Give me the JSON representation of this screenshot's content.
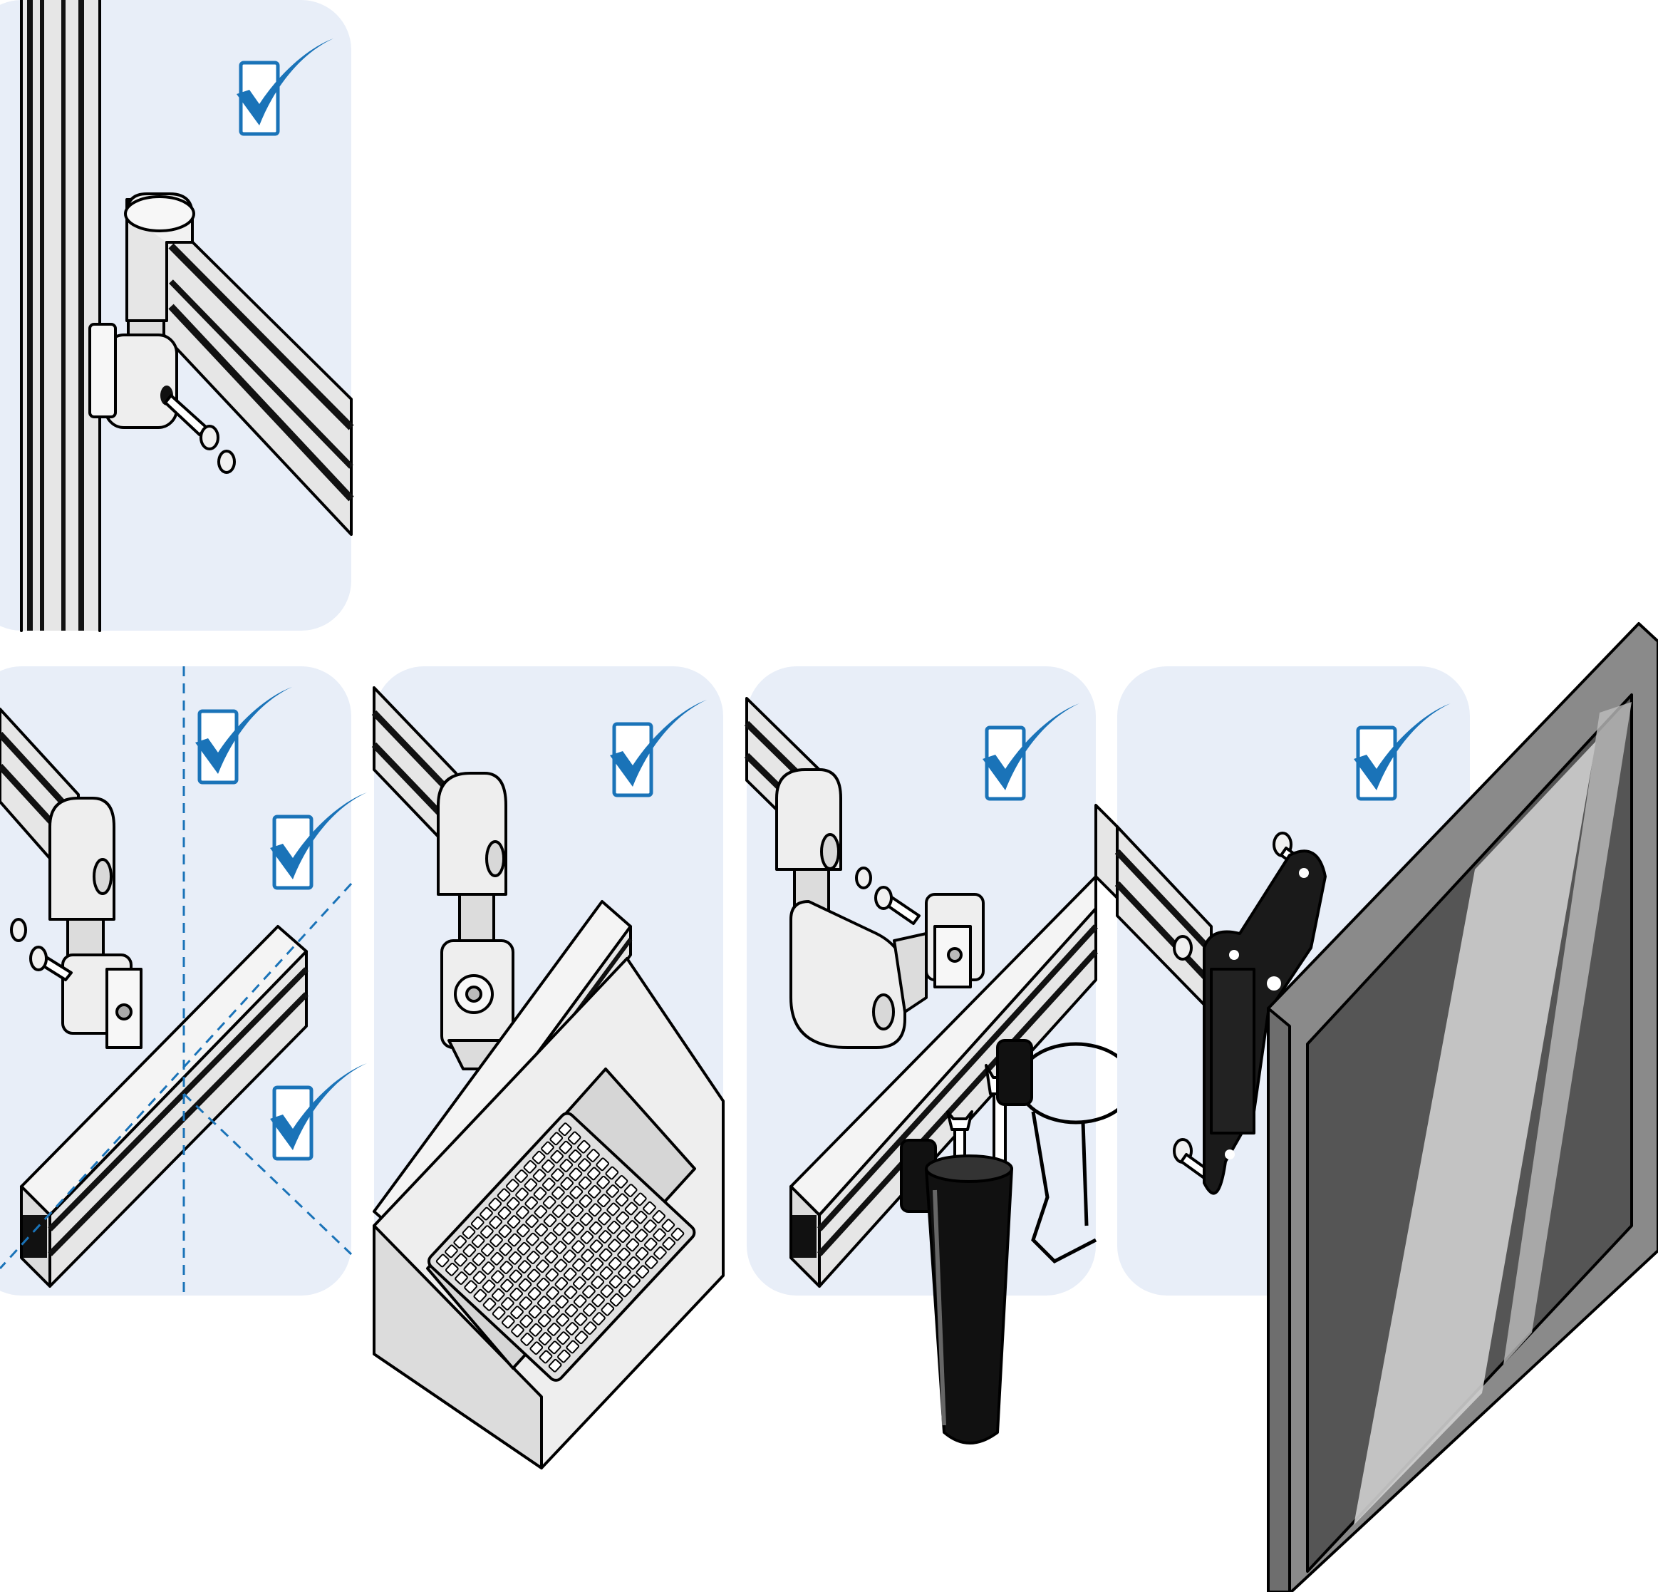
{
  "colors": {
    "panel_background": "#e8eef8",
    "checkmark_blue": "#1a73b8",
    "profile_grey": "#e6e6e6",
    "profile_groove": "#111111",
    "monitor_frame": "#8a8a8a",
    "monitor_screen": "#555555",
    "holder_black": "#111111",
    "outline": "#000000"
  },
  "panels": [
    {
      "id": "wall-mount",
      "icon": "checked-checkbox-icon",
      "checks": 1
    },
    {
      "id": "profile-connector",
      "icon": "checked-checkbox-icon",
      "checks": 3
    },
    {
      "id": "keyboard-tray",
      "icon": "checked-checkbox-icon",
      "checks": 1
    },
    {
      "id": "tool-holder",
      "icon": "checked-checkbox-icon",
      "checks": 1
    },
    {
      "id": "monitor-mount",
      "icon": "checked-checkbox-icon",
      "checks": 1
    }
  ]
}
